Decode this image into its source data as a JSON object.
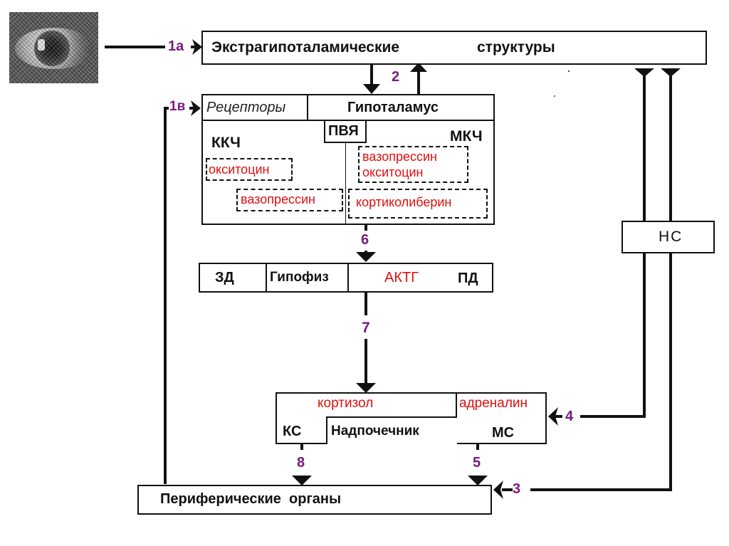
{
  "diagram": {
    "image": {
      "semantic": "eye-image"
    },
    "extrahypothalamic": {
      "label_left": "Экстрагипоталамические",
      "label_right": "структуры"
    },
    "hypothalamus": {
      "receptors_label": "Рецепторы",
      "title": "Гипоталамус",
      "pvn_label": "ПВЯ",
      "left_group": "ККЧ",
      "right_group": "МКЧ",
      "left_hormones": [
        "окситоцин",
        "вазопрессин"
      ],
      "right_hormones_box1": [
        "вазопрессин",
        "окситоцин"
      ],
      "right_hormones_box2": "кортиколиберин"
    },
    "pituitary": {
      "posterior": "ЗД",
      "title": "Гипофиз",
      "hormone": "АКТГ",
      "anterior": "ПД"
    },
    "adrenal": {
      "cortex_hormone": "кортизол",
      "medulla_hormone": "адреналин",
      "cortex": "КС",
      "title": "Надпочечник",
      "medulla": "МС"
    },
    "nervous_system": {
      "label": "НС"
    },
    "peripheral": {
      "label": "Периферические  органы"
    },
    "arrow_labels": {
      "a1a": "1а",
      "a1b": "1в",
      "a2": "2",
      "a3": "3",
      "a4": "4",
      "a5": "5",
      "a6": "6",
      "a7": "7",
      "a8": "8"
    },
    "colors": {
      "hormone": "#e01010",
      "arrow_label": "#7a1a80",
      "line": "#111111"
    }
  }
}
